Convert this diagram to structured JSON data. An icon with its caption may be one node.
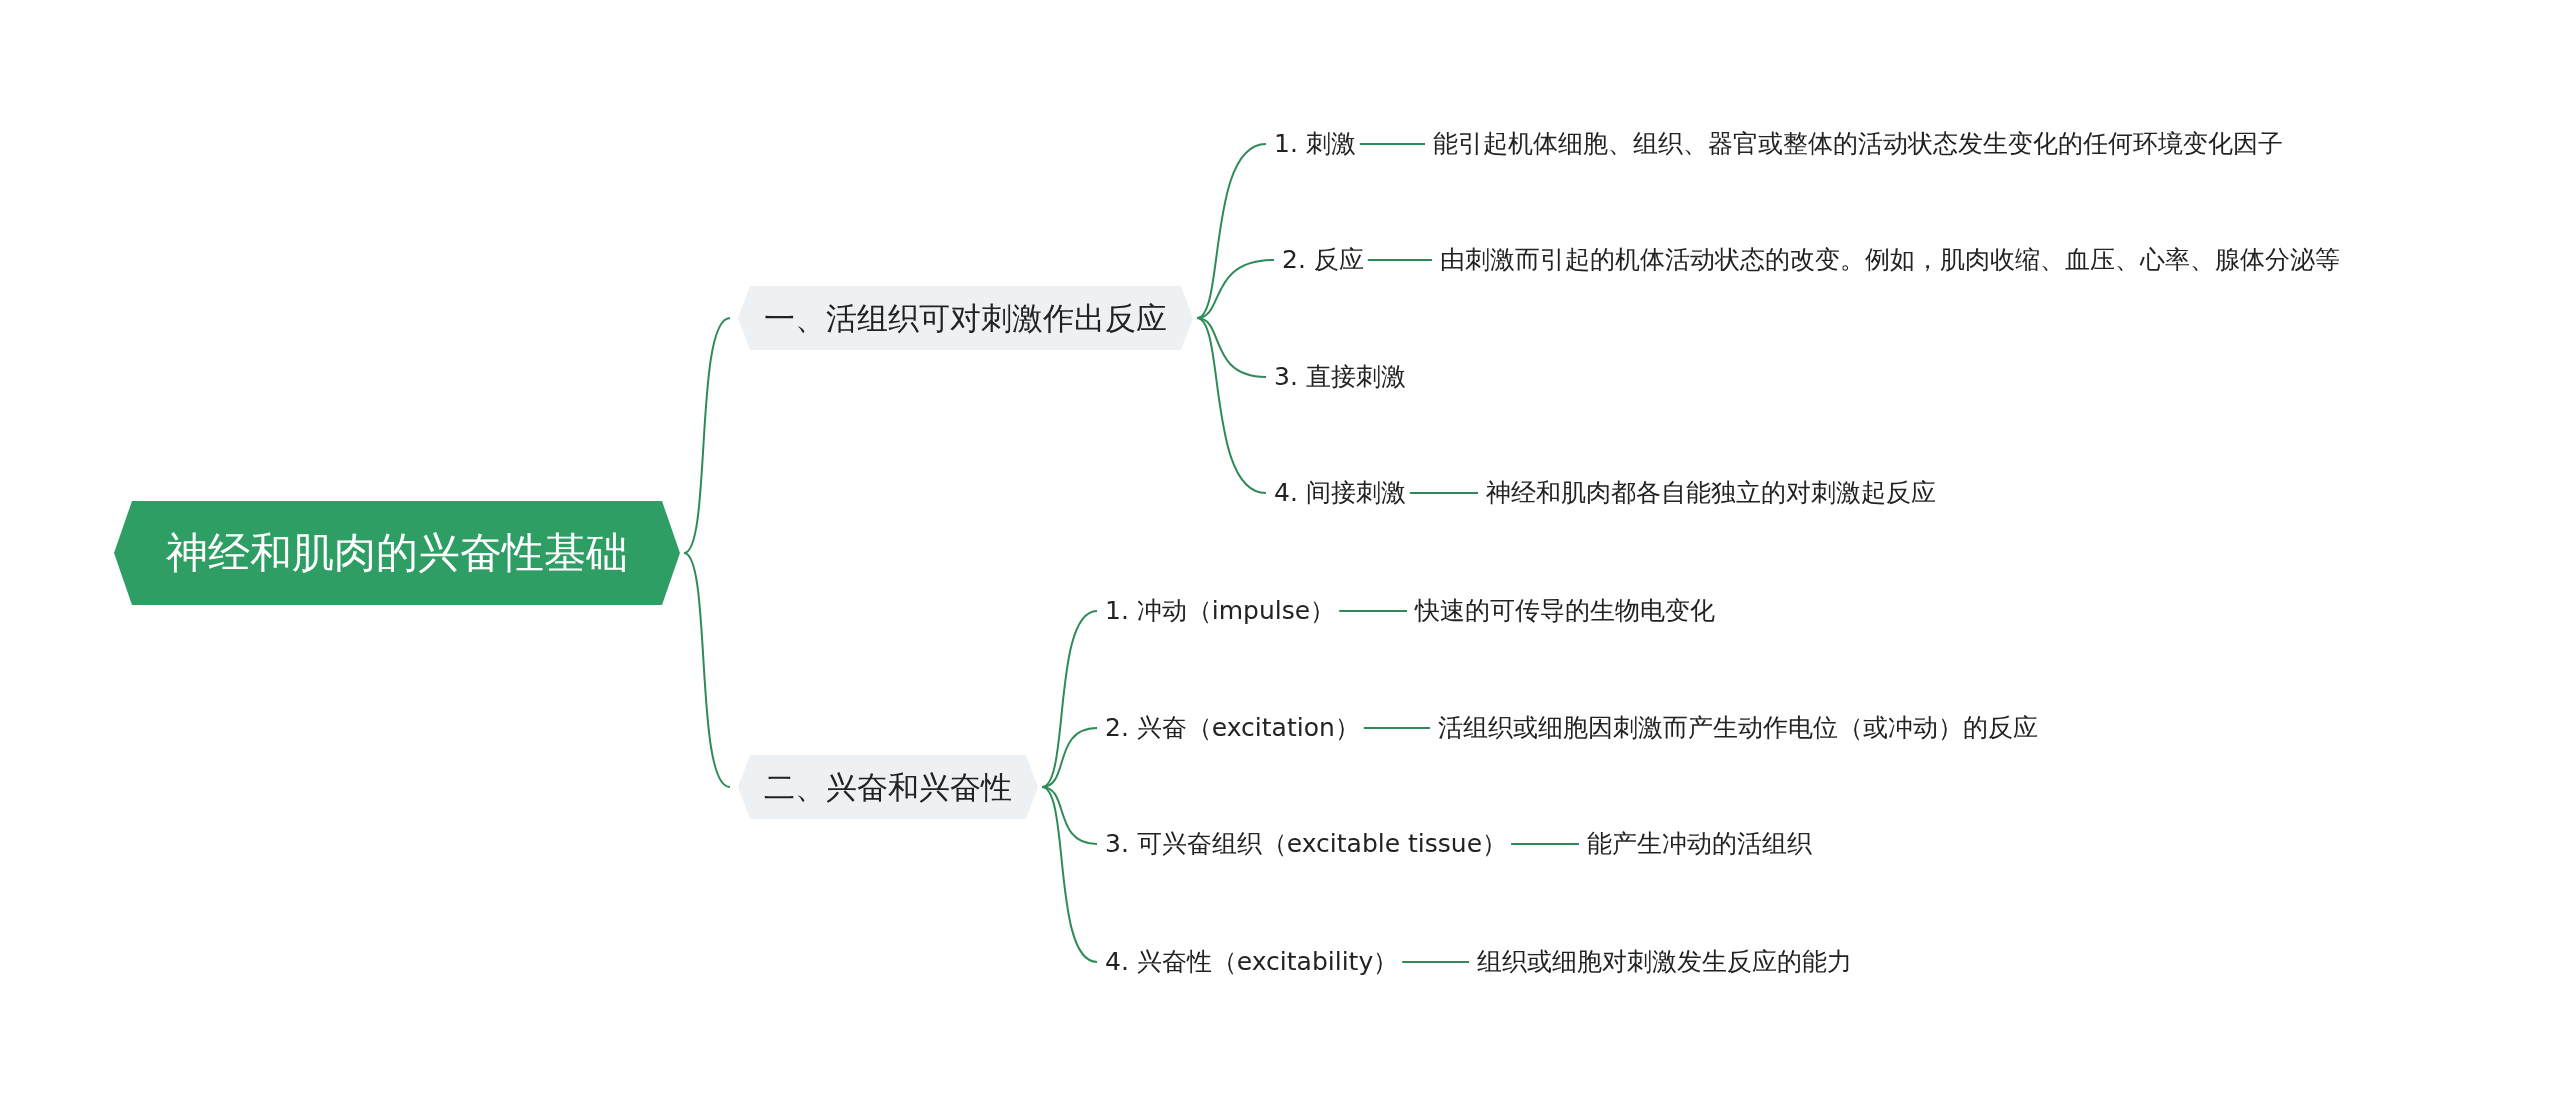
{
  "diagram": {
    "nodes": [
      {
        "text": [
          "神经和肌肉的兴奋性基础"
        ]
      },
      {
        "text": [
          "一、活组织可对刺激作出反应"
        ]
      },
      {
        "text": [
          "1. 刺激"
        ]
      },
      {
        "text": [
          "能引起机体细胞、组织、器官或整体的活动状态发生变化的任何环境变化因子"
        ]
      },
      {
        "text": [
          "2. 反应"
        ]
      },
      {
        "text": [
          "由刺激而引起的机体活动状态的改变。例如，肌肉收缩、血压、心率、腺体分泌等"
        ]
      },
      {
        "text": [
          "3. 直接刺激"
        ]
      },
      {
        "text": [
          "4. 间接刺激"
        ]
      },
      {
        "text": [
          "神经和肌肉都各自能独立的对刺激起反应"
        ]
      },
      {
        "text": [
          "二、兴奋和兴奋性"
        ]
      },
      {
        "text": [
          "1. 冲动（impulse）"
        ]
      },
      {
        "text": [
          "快速的可传导的生物电变化"
        ]
      },
      {
        "text": [
          "2. 兴奋（excitation）"
        ]
      },
      {
        "text": [
          "活组织或细胞因刺激而产生动作电位（或冲动）的反应"
        ]
      },
      {
        "text": [
          "3. 可兴奋组织（excitable tissue）"
        ]
      },
      {
        "text": [
          "能产生冲动的活组织"
        ]
      },
      {
        "text": [
          "4. 兴奋性（excitability）"
        ]
      },
      {
        "text": [
          "组织或细胞对刺激发生反应的能力"
        ]
      }
    ],
    "edges": [
      {
        "from": 0,
        "to": 1,
        "arrow": "none"
      },
      {
        "from": 0,
        "to": 9,
        "arrow": "none"
      },
      {
        "from": 1,
        "to": 2,
        "arrow": "none"
      },
      {
        "from": 2,
        "to": 3,
        "arrow": "none"
      },
      {
        "from": 1,
        "to": 4,
        "arrow": "none"
      },
      {
        "from": 4,
        "to": 5,
        "arrow": "none"
      },
      {
        "from": 1,
        "to": 6,
        "arrow": "none"
      },
      {
        "from": 1,
        "to": 7,
        "arrow": "none"
      },
      {
        "from": 7,
        "to": 8,
        "arrow": "none"
      },
      {
        "from": 9,
        "to": 10,
        "arrow": "none"
      },
      {
        "from": 10,
        "to": 11,
        "arrow": "none"
      },
      {
        "from": 9,
        "to": 12,
        "arrow": "none"
      },
      {
        "from": 12,
        "to": 13,
        "arrow": "none"
      },
      {
        "from": 9,
        "to": 14,
        "arrow": "none"
      },
      {
        "from": 14,
        "to": 15,
        "arrow": "none"
      },
      {
        "from": 9,
        "to": 16,
        "arrow": "none"
      },
      {
        "from": 16,
        "to": 17,
        "arrow": "none"
      }
    ]
  }
}
